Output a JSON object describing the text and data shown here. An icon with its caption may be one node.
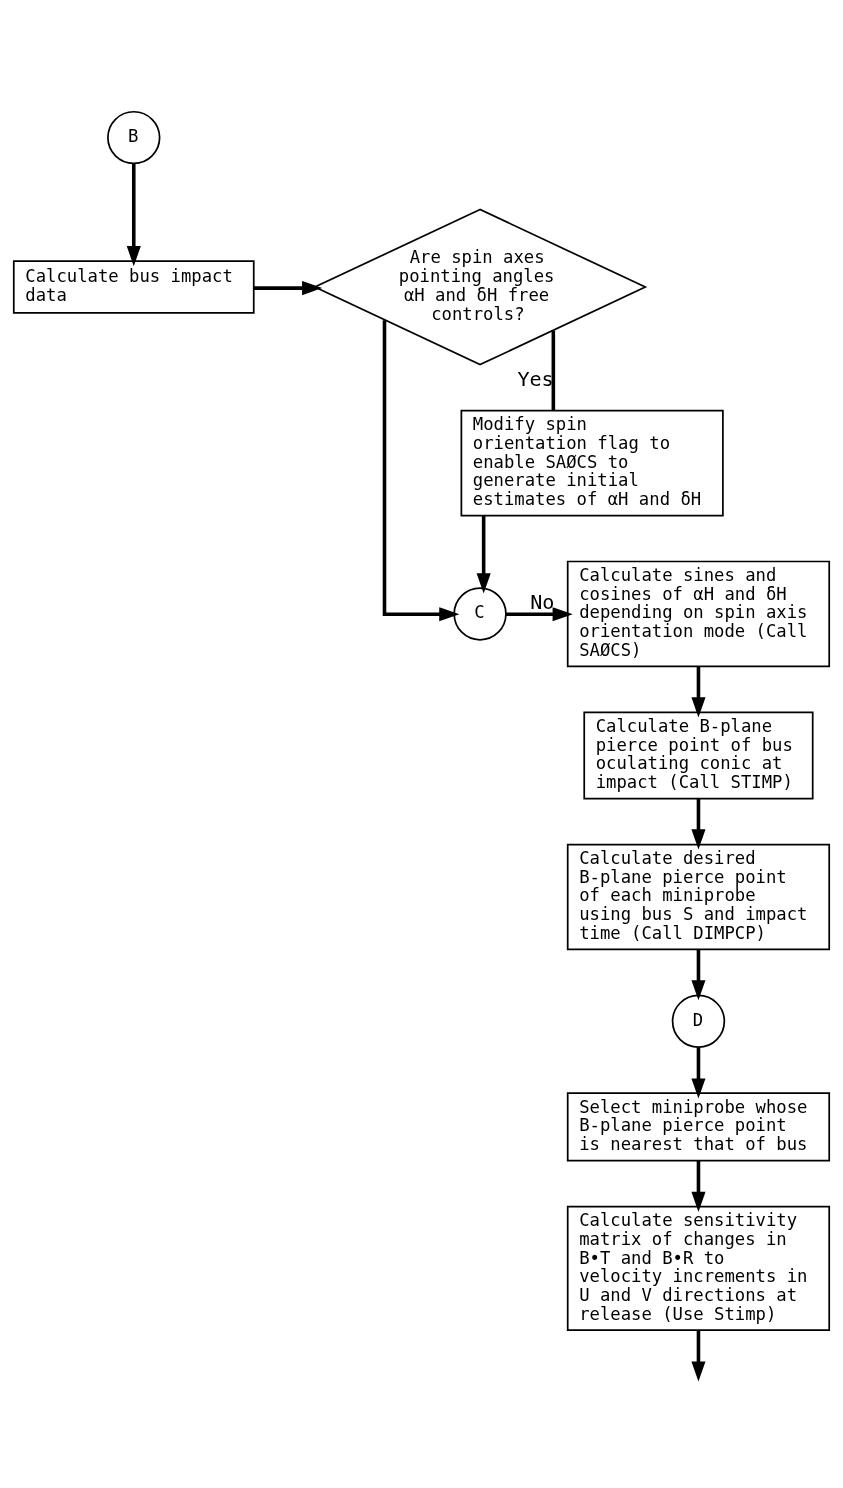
{
  "diagram": {
    "nodes": [
      {
        "text": [
          "B"
        ]
      },
      {
        "text": [
          "Calculate bus impact data"
        ]
      },
      {
        "text": [
          "Are spin axes pointing angles αH and δH free controls?"
        ]
      },
      {
        "text": [
          "Calculate sines and cosines of αH and δH depending on spin axis orientation mode (Call SAØCS)"
        ]
      },
      {
        "text": [
          "C"
        ]
      },
      {
        "text": [
          "Modify spin orientation flag to enable SAØCS to generate initial estimates of αH and δH"
        ]
      },
      {
        "text": [
          "Calculate B-plane pierce point of bus oculating conic at impact (Call STIMP)"
        ]
      },
      {
        "text": [
          "Calculate desired B-plane pierce point of each miniprobe using bus S and impact time (Call DIMPCP)"
        ]
      },
      {
        "text": [
          "D"
        ]
      },
      {
        "text": [
          "Select miniprobe whose B-plane pierce point is nearest that of bus"
        ]
      },
      {
        "text": [
          "Calculate sensitivity matrix of changes in B•T and B•R to velocity increments in U and V directions at release (Use Stimp)"
        ]
      }
    ],
    "edges": [
      {
        "from": 0,
        "to": 1,
        "arrow": "to"
      },
      {
        "from": 1,
        "to": 2,
        "arrow": "to"
      },
      {
        "from": 2,
        "to": 4,
        "arrow": "to"
      },
      {
        "from": 2,
        "to": 5,
        "label": "Yes",
        "arrow": "none"
      },
      {
        "from": 5,
        "to": 4,
        "arrow": "to"
      },
      {
        "from": 4,
        "to": 3,
        "label": "No",
        "arrow": "to"
      },
      {
        "from": 3,
        "to": 6,
        "arrow": "to"
      },
      {
        "from": 6,
        "to": 7,
        "arrow": "to"
      },
      {
        "from": 7,
        "to": 8,
        "arrow": "to"
      },
      {
        "from": 8,
        "to": 9,
        "arrow": "to"
      },
      {
        "from": 9,
        "to": 10,
        "arrow": "to"
      },
      {
        "from": 10,
        "to": null,
        "arrow": "to"
      }
    ]
  }
}
